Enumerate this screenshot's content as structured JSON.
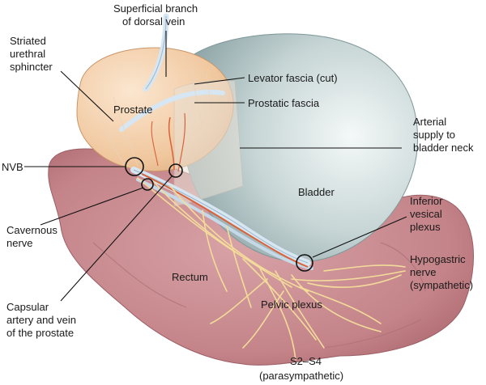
{
  "labels": {
    "superficial_branch_line1": "Superficial branch",
    "superficial_branch_line2": "of dorsal vein",
    "striated_line1": "Striated",
    "striated_line2": "urethral",
    "striated_line3": "sphincter",
    "levator_fascia": "Levator fascia (cut)",
    "prostatic_fascia": "Prostatic fascia",
    "prostate": "Prostate",
    "arterial_line1": "Arterial",
    "arterial_line2": "supply to",
    "arterial_line3": "bladder neck",
    "nvb": "NVB",
    "bladder": "Bladder",
    "inferior_line1": "Inferior",
    "inferior_line2": "vesical",
    "inferior_line3": "plexus",
    "cavernous_line1": "Cavernous",
    "cavernous_line2": "nerve",
    "hypogastric_line1": "Hypogastric",
    "hypogastric_line2": "nerve",
    "hypogastric_line3": "(sympathetic)",
    "rectum": "Rectum",
    "pelvic_plexus": "Pelvic plexus",
    "capsular_line1": "Capsular",
    "capsular_line2": "artery and vein",
    "capsular_line3": "of the prostate",
    "s2s4": "S2–S4",
    "parasympathetic": "(parasympathetic)"
  },
  "colors": {
    "rectum": "#c98a8f",
    "bladder": "#b9c9c9",
    "prostate": "#f0c9a2",
    "nerve": "#f3dc9a",
    "vein": "#cfe0ee",
    "artery": "#d9623a"
  }
}
